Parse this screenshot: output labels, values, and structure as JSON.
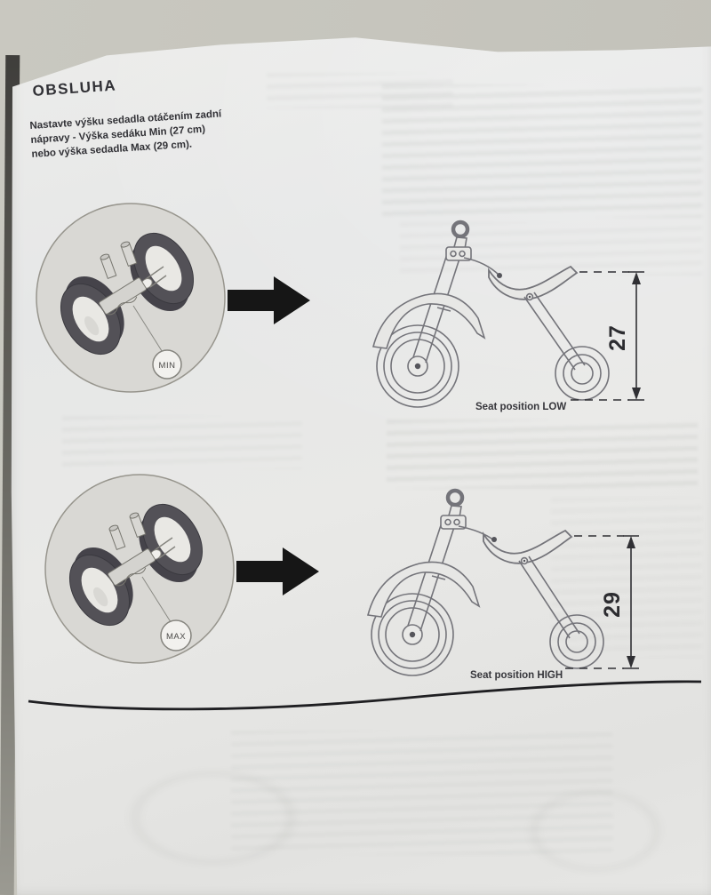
{
  "header": {
    "title": "OBSLUHA"
  },
  "intro": {
    "lines": [
      "Nastavte výšku sedadla otáčením zadní",
      "nápravy - Výška sedáku Min (27 cm)",
      "nebo výška sedadla Max (29 cm)."
    ]
  },
  "figures": [
    {
      "id": "min",
      "axle_label": "MIN",
      "caption": "Seat position LOW",
      "dimension_value": "27"
    },
    {
      "id": "max",
      "axle_label": "MAX",
      "caption": "Seat position HIGH",
      "dimension_value": "29"
    }
  ],
  "colors": {
    "backdrop": "#c6c5bd",
    "paper": "#e8e8e6",
    "ink": "#313136",
    "line_art": "#74747a",
    "tire": "#514f54",
    "arrow_black": "#161616",
    "figure_circle_fill": "#d9d8d4",
    "divider_line": "#1f1f22"
  }
}
